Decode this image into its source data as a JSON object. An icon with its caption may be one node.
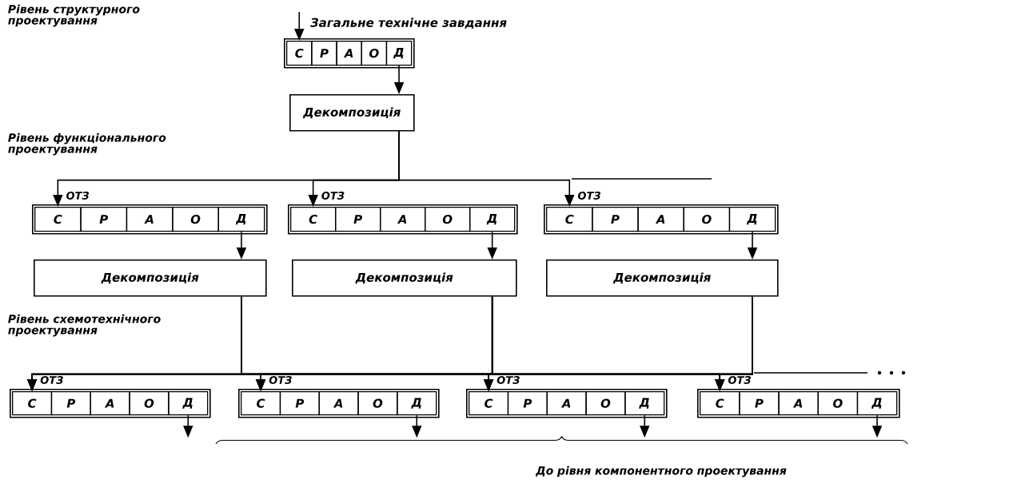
{
  "diagram": {
    "nodes": [
      {
        "text": [],
        "shape": "box"
      },
      {
        "text": [
          "С"
        ],
        "in": 0
      },
      {
        "text": [
          "Р"
        ],
        "in": 0
      },
      {
        "text": [
          "А"
        ],
        "in": 0
      },
      {
        "text": [
          "О"
        ],
        "in": 0
      },
      {
        "text": [
          "Д"
        ],
        "in": 0
      },
      {
        "text": [
          "Декомпозиція"
        ]
      },
      {
        "text": [],
        "shape": "box"
      },
      {
        "text": [
          "С"
        ],
        "in": 7
      },
      {
        "text": [
          "Р"
        ],
        "in": 7
      },
      {
        "text": [
          "А"
        ],
        "in": 7
      },
      {
        "text": [
          "О"
        ],
        "in": 7
      },
      {
        "text": [
          "Д"
        ],
        "in": 7
      },
      {
        "text": [
          "Декомпозиція"
        ]
      },
      {
        "text": [],
        "shape": "box"
      },
      {
        "text": [
          "С"
        ],
        "in": 14
      },
      {
        "text": [
          "Р"
        ],
        "in": 14
      },
      {
        "text": [
          "А"
        ],
        "in": 14
      },
      {
        "text": [
          "О"
        ],
        "in": 14
      },
      {
        "text": [
          "Д"
        ],
        "in": 14
      },
      {
        "text": [
          "Декомпозиція"
        ]
      },
      {
        "text": [],
        "shape": "box"
      },
      {
        "text": [
          "С"
        ],
        "in": 21
      },
      {
        "text": [
          "Р"
        ],
        "in": 21
      },
      {
        "text": [
          "А"
        ],
        "in": 21
      },
      {
        "text": [
          "О"
        ],
        "in": 21
      },
      {
        "text": [
          "Д"
        ],
        "in": 21
      },
      {
        "text": [
          "Декомпозиція"
        ]
      },
      {
        "text": [],
        "shape": "box"
      },
      {
        "text": [
          "С"
        ],
        "in": 28
      },
      {
        "text": [
          "Р"
        ],
        "in": 28
      },
      {
        "text": [
          "А"
        ],
        "in": 28
      },
      {
        "text": [
          "О"
        ],
        "in": 28
      },
      {
        "text": [
          "Д"
        ],
        "in": 28
      },
      {
        "text": [],
        "shape": "box"
      },
      {
        "text": [
          "С"
        ],
        "in": 34
      },
      {
        "text": [
          "Р"
        ],
        "in": 34
      },
      {
        "text": [
          "А"
        ],
        "in": 34
      },
      {
        "text": [
          "О"
        ],
        "in": 34
      },
      {
        "text": [
          "Д"
        ],
        "in": 34
      },
      {
        "text": [],
        "shape": "box"
      },
      {
        "text": [
          "С"
        ],
        "in": 40
      },
      {
        "text": [
          "Р"
        ],
        "in": 40
      },
      {
        "text": [
          "А"
        ],
        "in": 40
      },
      {
        "text": [
          "О"
        ],
        "in": 40
      },
      {
        "text": [
          "Д"
        ],
        "in": 40
      },
      {
        "text": [],
        "shape": "box"
      },
      {
        "text": [
          "С"
        ],
        "in": 46
      },
      {
        "text": [
          "Р"
        ],
        "in": 46
      },
      {
        "text": [
          "А"
        ],
        "in": 46
      },
      {
        "text": [
          "О"
        ],
        "in": 46
      },
      {
        "text": [
          "Д"
        ],
        "in": 46
      }
    ],
    "edges": [
      {
        "from": null,
        "to": 1,
        "arrow": "to",
        "label": "Загальне технічне завдання"
      },
      {
        "from": 5,
        "to": 6,
        "arrow": "to"
      },
      {
        "from": 6,
        "to": 8,
        "arrow": "to"
      },
      {
        "from": 6,
        "to": 15,
        "arrow": "to"
      },
      {
        "from": 6,
        "to": 22,
        "arrow": "to"
      },
      {
        "from": 12,
        "to": 13,
        "arrow": "to"
      },
      {
        "from": 19,
        "to": 20,
        "arrow": "to"
      },
      {
        "from": 26,
        "to": 27,
        "arrow": "to"
      },
      {
        "from": 13,
        "to": 29,
        "arrow": "to"
      },
      {
        "from": 13,
        "to": 35,
        "arrow": "to"
      },
      {
        "from": 13,
        "to": 41,
        "arrow": "to"
      },
      {
        "from": 13,
        "to": 47,
        "arrow": "to"
      },
      {
        "from": 20,
        "to": 29,
        "arrow": "to"
      },
      {
        "from": 20,
        "to": 35,
        "arrow": "to"
      },
      {
        "from": 20,
        "to": 41,
        "arrow": "to"
      },
      {
        "from": 20,
        "to": 47,
        "arrow": "to"
      },
      {
        "from": 27,
        "to": 29,
        "arrow": "to"
      },
      {
        "from": 27,
        "to": 35,
        "arrow": "to"
      },
      {
        "from": 27,
        "to": 41,
        "arrow": "to"
      },
      {
        "from": 27,
        "to": 47,
        "arrow": "to"
      },
      {
        "from": 33,
        "to": null,
        "arrow": "to"
      },
      {
        "from": 39,
        "to": null,
        "arrow": "to"
      },
      {
        "from": 45,
        "to": null,
        "arrow": "to"
      },
      {
        "from": 51,
        "to": null,
        "arrow": "to"
      }
    ],
    "labels": [
      "Рівень структурного проектування",
      "Рівень функціонального проектування",
      "ОТЗ",
      "ОТЗ",
      "ОТЗ",
      "Рівень схемотехнічного проектування",
      "ОТЗ",
      "ОТЗ",
      "ОТЗ",
      "ОТЗ",
      "До рівня компонентного проектування"
    ]
  }
}
